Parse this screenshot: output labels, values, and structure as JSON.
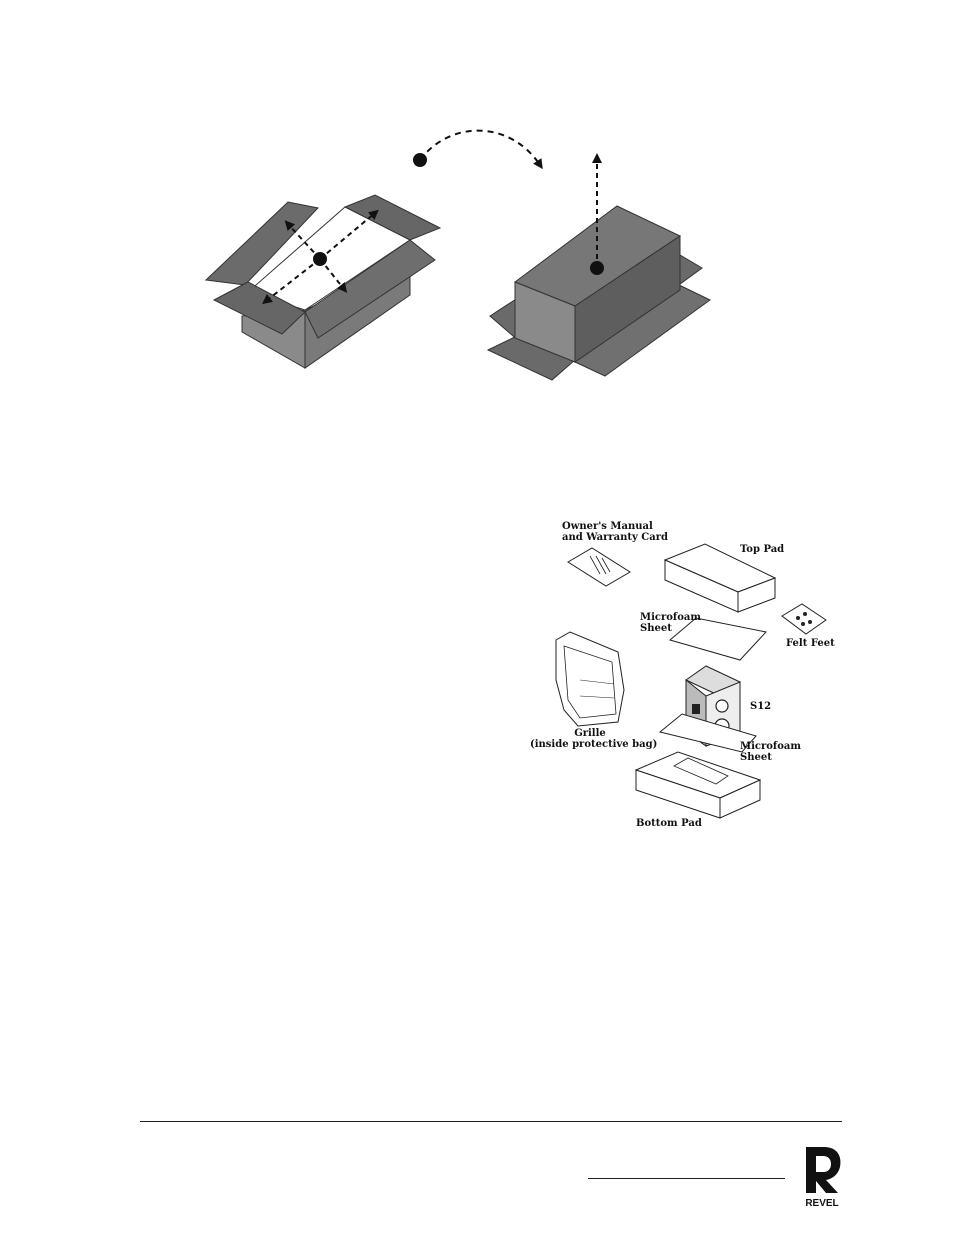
{
  "figure_unpacking": {
    "steps": [
      "open-box",
      "slide-out-contents"
    ]
  },
  "figure_contents": {
    "labels": {
      "owners_manual_line1": "Owner's Manual",
      "owners_manual_line2": "and Warranty Card",
      "top_pad": "Top Pad",
      "microfoam_top_line1": "Microfoam",
      "microfoam_top_line2": "Sheet",
      "felt_feet": "Felt Feet",
      "speaker_model": "S12",
      "grille_line1": "Grille",
      "grille_line2": "(inside protective bag)",
      "microfoam_bottom_line1": "Microfoam",
      "microfoam_bottom_line2": "Sheet",
      "bottom_pad": "Bottom Pad"
    }
  },
  "footer": {
    "logo_text": "REVEL"
  }
}
